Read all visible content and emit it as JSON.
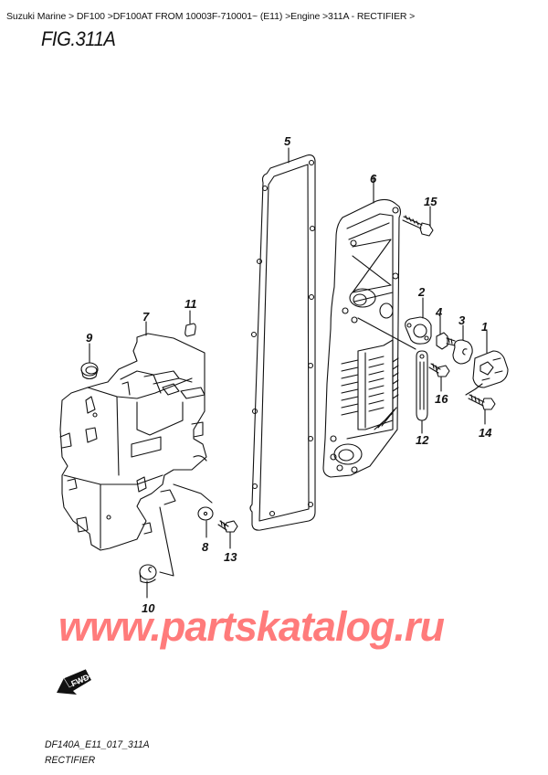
{
  "breadcrumb": {
    "text": "Suzuki Marine > DF100 >DF100AT FROM 10003F-710001~ (E11) >Engine >311A - RECTIFIER >",
    "items": [
      "Suzuki Marine",
      "DF100",
      "DF100AT FROM 10003F-710001~ (E11)",
      "Engine",
      "311A - RECTIFIER"
    ]
  },
  "figure": {
    "title": "FIG.311A",
    "callouts": {
      "c1": "1",
      "c2": "2",
      "c3": "3",
      "c4": "4",
      "c5": "5",
      "c6": "6",
      "c7": "7",
      "c8": "8",
      "c9": "9",
      "c10": "10",
      "c11": "11",
      "c12": "12",
      "c13": "13",
      "c14": "14",
      "c15": "15",
      "c16": "16"
    },
    "parts": [
      {
        "no": "1",
        "name": "rectifier-cap"
      },
      {
        "no": "2",
        "name": "gasket-small"
      },
      {
        "no": "3",
        "name": "cap"
      },
      {
        "no": "4",
        "name": "bolt"
      },
      {
        "no": "5",
        "name": "gasket"
      },
      {
        "no": "6",
        "name": "rectifier-cover"
      },
      {
        "no": "7",
        "name": "holder-box"
      },
      {
        "no": "8",
        "name": "washer"
      },
      {
        "no": "9",
        "name": "grommet"
      },
      {
        "no": "10",
        "name": "grommet"
      },
      {
        "no": "11",
        "name": "cap-small"
      },
      {
        "no": "12",
        "name": "clamp"
      },
      {
        "no": "13",
        "name": "bolt"
      },
      {
        "no": "14",
        "name": "bolt"
      },
      {
        "no": "15",
        "name": "bolt"
      },
      {
        "no": "16",
        "name": "bolt"
      }
    ]
  },
  "watermark": {
    "text": "www.partskatalog.ru",
    "color": "#ff7b7b"
  },
  "fwd_label": "FWD",
  "caption": {
    "code": "DF140A_E11_017_311A",
    "name": "RECTIFIER"
  }
}
